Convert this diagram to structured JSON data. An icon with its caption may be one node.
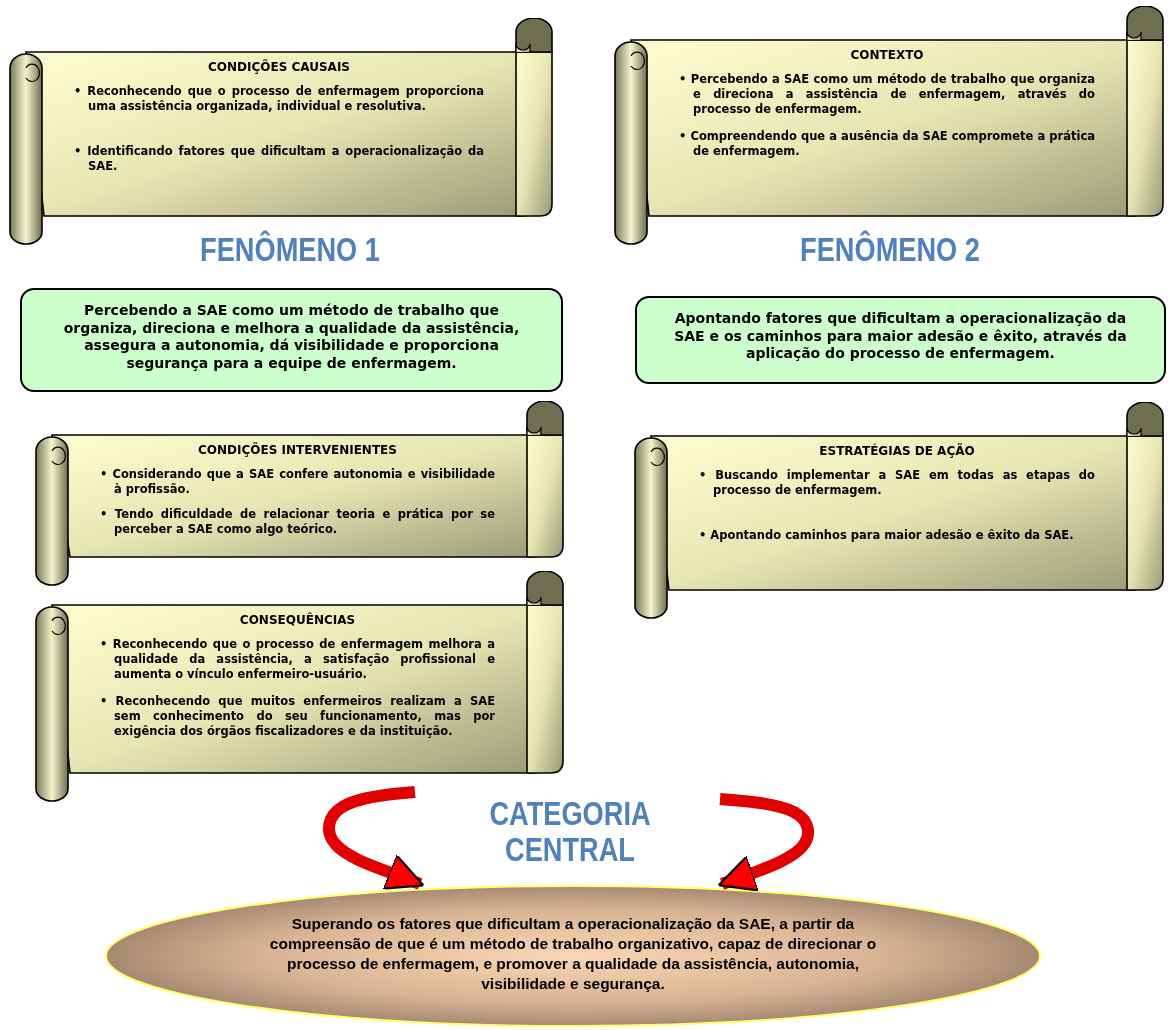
{
  "diagram": {
    "nodes": [
      {
        "text": [
          "CONDIÇÕES CAUSAIS",
          "• Reconhecendo que o processo de enfermagem proporciona uma assistência organizada, individual e resolutiva.",
          "• Identificando fatores que dificultam a operacionalização da SAE."
        ]
      },
      {
        "text": [
          "CONTEXTO",
          "• Percebendo a SAE como um método de trabalho que organiza e direciona a assistência de enfermagem, através do processo de enfermagem.",
          "• Compreendendo que a ausência da SAE compromete a prática de enfermagem."
        ]
      },
      {
        "text": [
          "Percebendo a SAE como um método de trabalho que organiza, direciona e melhora a qualidade da assistência, assegura a autonomia, dá visibilidade e proporciona segurança para a equipe de enfermagem."
        ]
      },
      {
        "text": [
          "Apontando fatores que dificultam a operacionalização da SAE e os caminhos para maior adesão e êxito, através da aplicação do processo de enfermagem."
        ]
      },
      {
        "text": [
          "CONDIÇÕES INTERVENIENTES",
          "• Considerando que a SAE confere autonomia e visibilidade à profissão.",
          "• Tendo dificuldade de relacionar teoria e prática por se perceber a SAE como algo teórico."
        ]
      },
      {
        "text": [
          "ESTRATÉGIAS DE AÇÃO",
          "• Buscando implementar a SAE em todas as etapas do processo de enfermagem.",
          "• Apontando caminhos para maior adesão e êxito da SAE."
        ]
      },
      {
        "text": [
          "CONSEQUÊNCIAS",
          "• Reconhecendo que o processo de enfermagem melhora a qualidade da assistência, a satisfação profissional e aumenta o vínculo enfermeiro-usuário.",
          "• Reconhecendo que muitos enfermeiros realizam a SAE sem conhecimento do seu funcionamento, mas por exigência dos órgãos fiscalizadores e da instituição."
        ]
      },
      {
        "text": [
          "Superando os fatores que dificultam a operacionalização da SAE, a partir da compreensão de que é um método de trabalho organizativo, capaz de direcionar o processo de enfermagem, e promover a qualidade da assistência, autonomia, visibilidade e segurança."
        ]
      }
    ],
    "edges": [
      {
        "from": null,
        "to": 7,
        "arrow": "to"
      },
      {
        "from": null,
        "to": 7,
        "arrow": "to"
      }
    ],
    "labels": [
      "FENÔMENO 1",
      "FENÔMENO 2",
      "CATEGORIA CENTRAL"
    ]
  }
}
